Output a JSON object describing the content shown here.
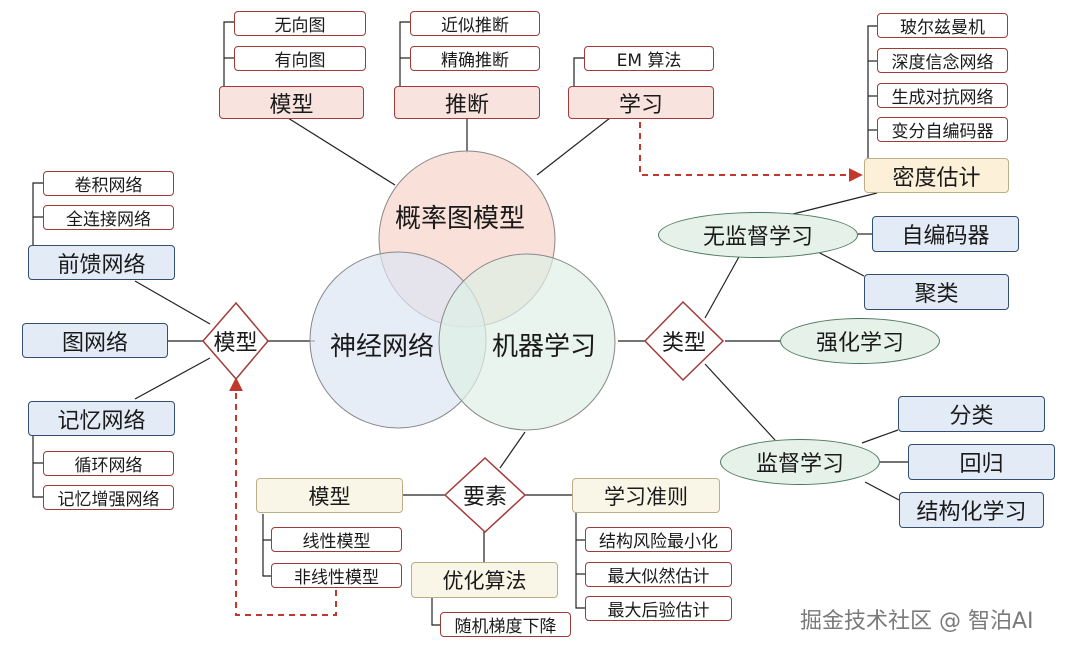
{
  "center": {
    "pgm": "概率图模型",
    "nn": "神经网络",
    "ml": "机器学习"
  },
  "pgm_branch": {
    "model": {
      "label": "模型",
      "children": [
        "无向图",
        "有向图"
      ]
    },
    "inference": {
      "label": "推断",
      "children": [
        "近似推断",
        "精确推断"
      ]
    },
    "learning": {
      "label": "学习",
      "children": [
        "EM 算法"
      ]
    }
  },
  "density": {
    "label": "密度估计",
    "children": [
      "玻尔兹曼机",
      "深度信念网络",
      "生成对抗网络",
      "变分自编码器"
    ]
  },
  "nn_branch": {
    "diamond": "模型",
    "feedforward": {
      "label": "前馈网络",
      "children": [
        "卷积网络",
        "全连接网络"
      ]
    },
    "graph": "图网络",
    "memory": {
      "label": "记忆网络",
      "children": [
        "循环网络",
        "记忆增强网络"
      ]
    }
  },
  "ml_branch": {
    "diamond": "类型",
    "unsupervised": {
      "label": "无监督学习",
      "children": [
        "自编码器",
        "聚类"
      ]
    },
    "reinforcement": "强化学习",
    "supervised": {
      "label": "监督学习",
      "children": [
        "分类",
        "回归",
        "结构化学习"
      ]
    }
  },
  "elements": {
    "diamond": "要素",
    "model": {
      "label": "模型",
      "children": [
        "线性模型",
        "非线性模型"
      ]
    },
    "optimization": {
      "label": "优化算法",
      "children": [
        "随机梯度下降"
      ]
    },
    "criteria": {
      "label": "学习准则",
      "children": [
        "结构风险最小化",
        "最大似然估计",
        "最大后验估计"
      ]
    }
  },
  "watermark": "掘金技术社区 @ 智泊AI",
  "colors": {
    "pgm_circle": "#f8dcd2",
    "nn_circle": "#dde6f4",
    "ml_circle": "#deefe5",
    "red_border": "#a33a3a",
    "blue_border": "#33506e",
    "green_border": "#4a7a5c",
    "dashed_arrow": "#c0392b",
    "line": "#222222"
  }
}
